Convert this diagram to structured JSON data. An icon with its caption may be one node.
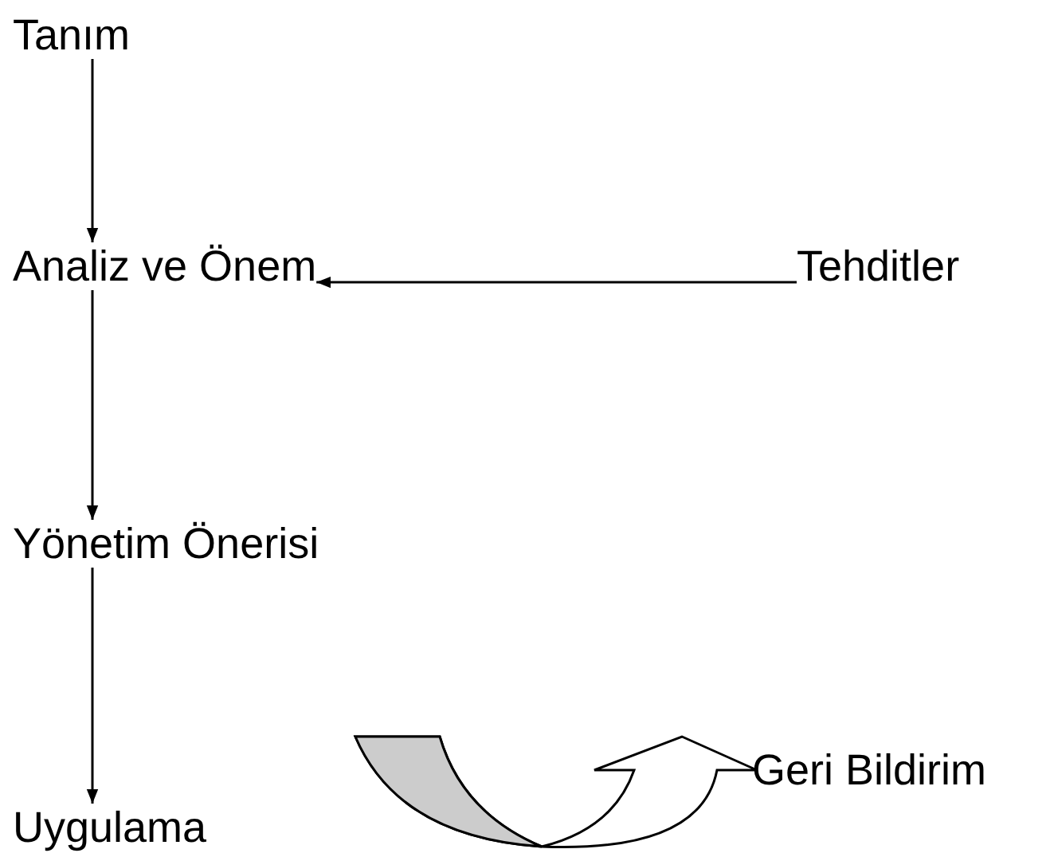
{
  "diagram": {
    "nodes": [
      {
        "text": [
          "Tanım"
        ]
      },
      {
        "text": [
          "Analiz ve Önem"
        ]
      },
      {
        "text": [
          "Tehditler"
        ]
      },
      {
        "text": [
          "Yönetim Önerisi"
        ]
      },
      {
        "text": [
          "Uygulama"
        ]
      },
      {
        "text": [
          "Geri Bildirim"
        ]
      }
    ],
    "edges": [
      {
        "from": 0,
        "to": 1,
        "arrow": "to"
      },
      {
        "from": 2,
        "to": 1,
        "arrow": "to"
      },
      {
        "from": 1,
        "to": 3,
        "arrow": "to"
      },
      {
        "from": 3,
        "to": 4,
        "arrow": "to"
      },
      {
        "from": 4,
        "to": 5,
        "arrow": "to",
        "style": "thick"
      }
    ]
  }
}
